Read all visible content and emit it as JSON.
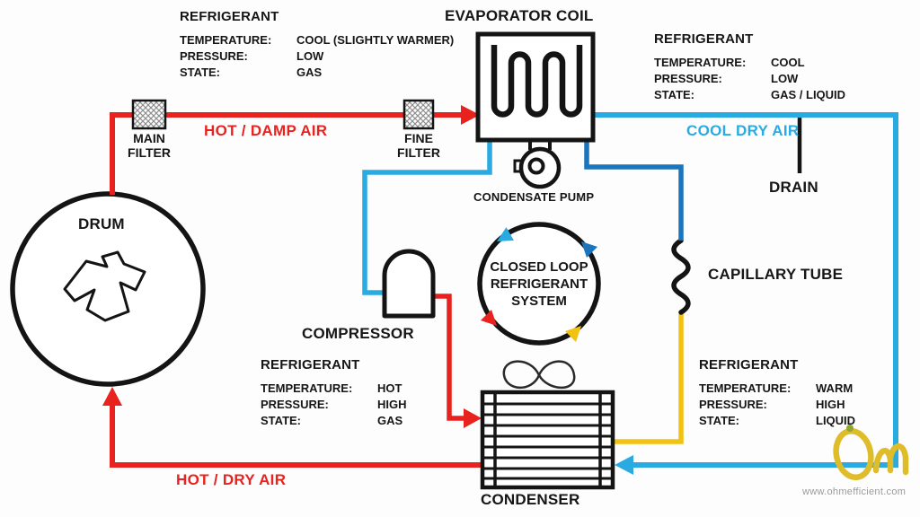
{
  "labels": {
    "evaporator_coil": "EVAPORATOR COIL",
    "condenser": "CONDENSER",
    "compressor": "COMPRESSOR",
    "capillary_tube": "CAPILLARY TUBE",
    "condensate_pump": "CONDENSATE PUMP",
    "drum": "DRUM",
    "drain": "DRAIN",
    "main_filter": "MAIN\nFILTER",
    "fine_filter": "FINE\nFILTER",
    "closed_loop": "CLOSED LOOP\nREFRIGERANT\nSYSTEM"
  },
  "air_flows": {
    "hot_damp_air": "HOT / DAMP AIR",
    "cool_dry_air": "COOL DRY AIR",
    "hot_dry_air": "HOT / DRY AIR"
  },
  "refrigerant_blocks": [
    {
      "title": "REFRIGERANT",
      "rows": [
        {
          "label": "TEMPERATURE:",
          "value": "COOL (SLIGHTLY WARMER)"
        },
        {
          "label": "PRESSURE:",
          "value": "LOW"
        },
        {
          "label": "STATE:",
          "value": "GAS"
        }
      ]
    },
    {
      "title": "REFRIGERANT",
      "rows": [
        {
          "label": "TEMPERATURE:",
          "value": "COOL"
        },
        {
          "label": "PRESSURE:",
          "value": "LOW"
        },
        {
          "label": "STATE:",
          "value": "GAS / LIQUID"
        }
      ]
    },
    {
      "title": "REFRIGERANT",
      "rows": [
        {
          "label": "TEMPERATURE:",
          "value": "HOT"
        },
        {
          "label": "PRESSURE:",
          "value": "HIGH"
        },
        {
          "label": "STATE:",
          "value": "GAS"
        }
      ]
    },
    {
      "title": "REFRIGERANT",
      "rows": [
        {
          "label": "TEMPERATURE:",
          "value": "WARM"
        },
        {
          "label": "PRESSURE:",
          "value": "HIGH"
        },
        {
          "label": "STATE:",
          "value": "LIQUID"
        }
      ]
    }
  ],
  "watermark": {
    "website": "www.ohmefficient.com"
  },
  "colors": {
    "hot": "#e8231f",
    "cool": "#29abe2",
    "expansion_inlet": "#1b75bc",
    "warm_liquid": "#f2c212",
    "outline": "#141414",
    "watermark_yellow": "#dfbc2a"
  }
}
